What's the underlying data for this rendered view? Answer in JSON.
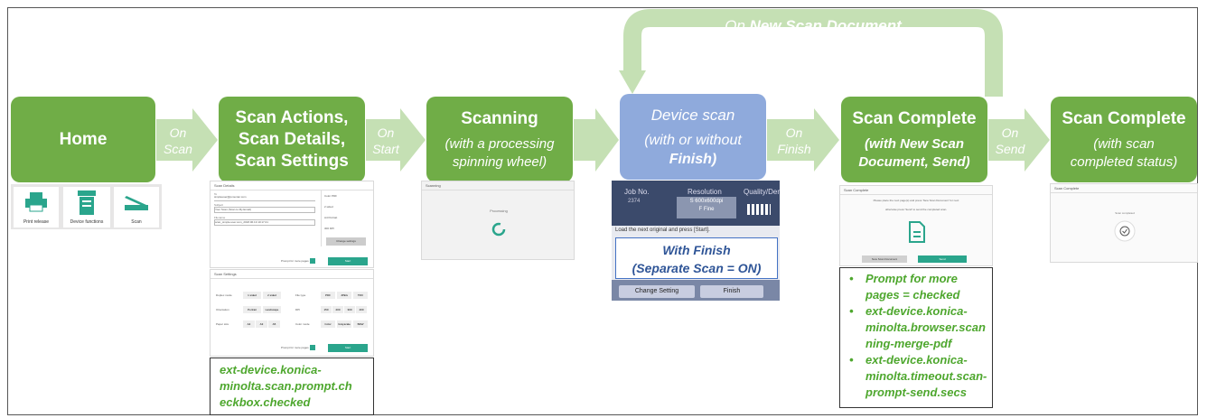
{
  "steps": {
    "home": {
      "title": "Home"
    },
    "scan_actions": {
      "title_lines": [
        "Scan Actions,",
        "Scan Details,",
        "Scan Settings"
      ]
    },
    "scanning": {
      "title": "Scanning",
      "subtitle_lines": [
        "(with a processing",
        "spinning wheel)"
      ]
    },
    "device_scan": {
      "title": "Device scan",
      "subtitle_lines": [
        "(with or without",
        "Finish)"
      ]
    },
    "scan_complete_1": {
      "title": "Scan Complete",
      "subtitle_lines": [
        "(with New Scan",
        "Document, Send)"
      ]
    },
    "scan_complete_2": {
      "title": "Scan Complete",
      "subtitle_lines": [
        "(with scan",
        "completed status)"
      ]
    }
  },
  "arrows": {
    "on_scan": [
      "On",
      "Scan"
    ],
    "on_start": [
      "On",
      "Start"
    ],
    "on_finish": [
      "On",
      "Finish"
    ],
    "on_send": [
      "On",
      "Send"
    ],
    "loop_label": [
      "On ",
      "New Scan Document"
    ]
  },
  "home_tiles": [
    {
      "label": "Print release",
      "icon": "printer-icon"
    },
    {
      "label": "Device functions",
      "icon": "copier-icon"
    },
    {
      "label": "Scan",
      "icon": "scanner-icon"
    }
  ],
  "scan_details_shot": {
    "title": "Scan Details",
    "fields": [
      "To",
      "Subject",
      "Filename"
    ],
    "field_values": [
      "simpleuser@pcounter.com",
      "Your Scan (Scan to My Email)",
      "scan_simple.user.com_2018.06.19 10:17:21"
    ],
    "right_values": [
      "Color PDF",
      "2 sided",
      "A4 Portrait",
      "300 DPI"
    ],
    "change_settings": "Change settings",
    "prompt_label": "Prompt for more pages",
    "start": "Start"
  },
  "scan_settings_shot": {
    "title": "Scan Settings",
    "rows": [
      {
        "label": "Duplex mode",
        "options": [
          "1 sided",
          "2 sided"
        ],
        "label2": "File type",
        "options2": [
          "PDF",
          "JPEG",
          "TIFF"
        ]
      },
      {
        "label": "Orientation",
        "options": [
          "Portrait",
          "Landscape"
        ],
        "label2": "DPI",
        "options2": [
          "150",
          "200",
          "300",
          "400"
        ]
      },
      {
        "label": "Paper size",
        "options": [
          "A4",
          "A3",
          "A5"
        ],
        "label2": "Color mode",
        "options2": [
          "Color",
          "Grayscale",
          "B&W"
        ]
      }
    ],
    "prompt_label": "Prompt for more pages",
    "start": "Start"
  },
  "scan_actions_note": [
    "ext-device.konica-",
    "minolta.scan.prompt.ch",
    "eckbox.checked"
  ],
  "scanning_shot": {
    "title": "Scanning",
    "status": "Processing"
  },
  "device_panel": {
    "headers": [
      "Job No.",
      "Resolution",
      "Quality/Dens"
    ],
    "values": [
      "2374",
      "S 600x600dpi",
      "F Fine"
    ],
    "message": "Load the next original and press [Start].",
    "buttons": [
      "Change Setting",
      "Finish"
    ]
  },
  "device_callout": {
    "line1_prefix": "With ",
    "line1_em": "Finish",
    "line2": "(Separate Scan = ON)"
  },
  "complete_shot_1": {
    "title": "Scan Complete",
    "message": "Please place the next page(s) and press 'New Scan Document' for next",
    "message2": "otherwise press 'Send' to send the completed scan.",
    "buttons": [
      "New Scan Document",
      "Send"
    ]
  },
  "complete_note": [
    [
      "Prompt for more",
      "pages = checked"
    ],
    [
      "ext-device.konica-",
      "minolta.browser.scan",
      "ning-merge-pdf"
    ],
    [
      "ext-device.konica-",
      "minolta.timeout.scan-",
      "prompt-send.secs"
    ]
  ],
  "complete_shot_2": {
    "title": "Scan Complete",
    "status": "Scan completed"
  },
  "colors": {
    "green": "#70ad47",
    "light_green": "#c5e0b4",
    "blue": "#8faadc",
    "note_text": "#4ea72e",
    "teal": "#2aa58c"
  }
}
